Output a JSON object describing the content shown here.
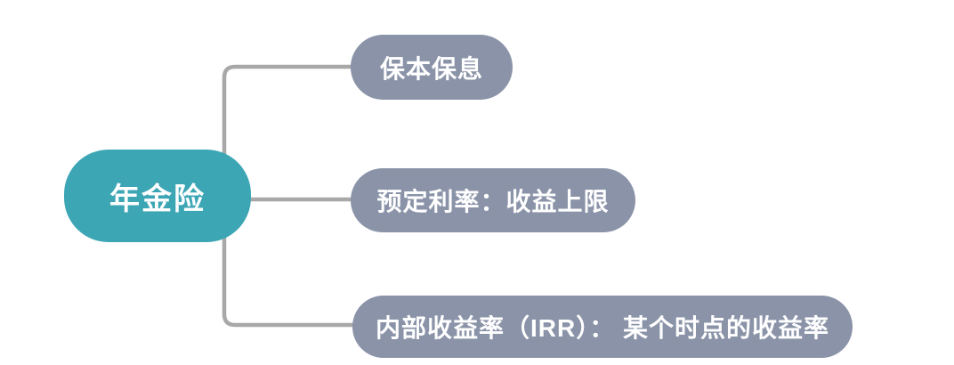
{
  "diagram": {
    "type": "mindmap",
    "background_color": "#ffffff",
    "connector_color": "#a8a8a8",
    "root": {
      "label": "年金险",
      "fill": "#3da6b5",
      "text_color": "#ffffff"
    },
    "branches": [
      {
        "label": "保本保息",
        "fill": "#8a93a8",
        "text_color": "#ffffff"
      },
      {
        "label": "预定利率：收益上限",
        "fill": "#8a93a8",
        "text_color": "#ffffff"
      },
      {
        "label": "内部收益率（IRR）： 某个时点的收益率",
        "fill": "#8a93a8",
        "text_color": "#ffffff"
      }
    ]
  }
}
